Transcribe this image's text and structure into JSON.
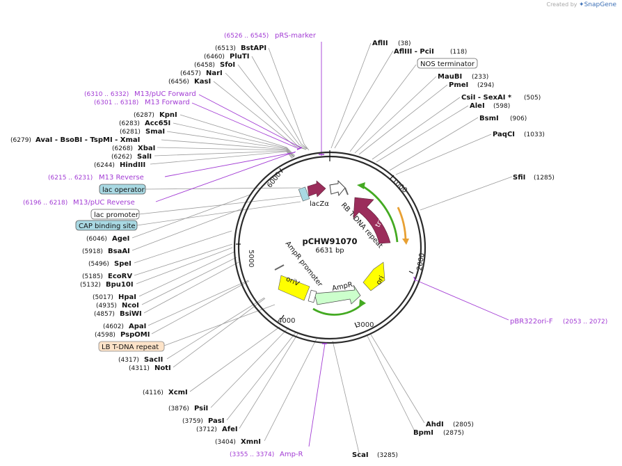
{
  "credit": {
    "prefix": "Created by",
    "brand": "SnapGene"
  },
  "plasmid": {
    "name": "pCHW91070",
    "size_label": "6631 bp",
    "length": 6631
  },
  "ticks": [
    "1000",
    "2000",
    "3000",
    "4000",
    "5000",
    "6000"
  ],
  "enzymes": [
    {
      "text": "BstAPI",
      "pos": "(6513)"
    },
    {
      "text": "PluTI",
      "pos": "(6460)"
    },
    {
      "text": "SfoI",
      "pos": "(6458)"
    },
    {
      "text": "NarI",
      "pos": "(6457)"
    },
    {
      "text": "KasI",
      "pos": "(6456)"
    },
    {
      "text": "KpnI",
      "pos": "(6287)"
    },
    {
      "text": "Acc65I",
      "pos": "(6283)"
    },
    {
      "text": "SmaI",
      "pos": "(6281)"
    },
    {
      "text": "AvaI - BsoBI - TspMI - XmaI",
      "pos": "(6279)"
    },
    {
      "text": "XbaI",
      "pos": "(6268)"
    },
    {
      "text": "SalI",
      "pos": "(6262)"
    },
    {
      "text": "HindIII",
      "pos": "(6244)"
    },
    {
      "text": "AgeI",
      "pos": "(6046)"
    },
    {
      "text": "BsaAI",
      "pos": "(5918)"
    },
    {
      "text": "SpeI",
      "pos": "(5496)"
    },
    {
      "text": "EcoRV",
      "pos": "(5185)"
    },
    {
      "text": "Bpu10I",
      "pos": "(5132)"
    },
    {
      "text": "HpaI",
      "pos": "(5017)"
    },
    {
      "text": "NcoI",
      "pos": "(4935)"
    },
    {
      "text": "BsiWI",
      "pos": "(4857)"
    },
    {
      "text": "ApaI",
      "pos": "(4602)"
    },
    {
      "text": "PspOMI",
      "pos": "(4598)"
    },
    {
      "text": "SacII",
      "pos": "(4317)"
    },
    {
      "text": "NotI",
      "pos": "(4311)"
    },
    {
      "text": "XcmI",
      "pos": "(4116)"
    },
    {
      "text": "PsiI",
      "pos": "(3876)"
    },
    {
      "text": "PasI",
      "pos": "(3759)"
    },
    {
      "text": "AfeI",
      "pos": "(3712)"
    },
    {
      "text": "XmnI",
      "pos": "(3404)"
    },
    {
      "text": "ScaI",
      "pos": "(3285)"
    },
    {
      "text": "AhdI",
      "pos": "(2805)"
    },
    {
      "text": "BpmI",
      "pos": "(2875)"
    },
    {
      "text": "AflII",
      "pos": "(38)"
    },
    {
      "text": "AflIII - PciI",
      "pos": "(118)"
    },
    {
      "text": "MauBI",
      "pos": "(233)"
    },
    {
      "text": "PmeI",
      "pos": "(294)"
    },
    {
      "text": "CsiI - SexAI *",
      "pos": "(505)"
    },
    {
      "text": "AleI",
      "pos": "(598)"
    },
    {
      "text": "BsmI",
      "pos": "(906)"
    },
    {
      "text": "PaqCI",
      "pos": "(1033)"
    },
    {
      "text": "SfiI",
      "pos": "(1285)"
    }
  ],
  "primers": [
    {
      "text": "pRS-marker",
      "range": "(6526 .. 6545)"
    },
    {
      "text": "M13/pUC Forward",
      "range": "(6310 .. 6332)"
    },
    {
      "text": "M13 Forward",
      "range": "(6301 .. 6318)"
    },
    {
      "text": "M13 Reverse",
      "range": "(6215 .. 6231)"
    },
    {
      "text": "M13/pUC Reverse",
      "range": "(6196 .. 6218)"
    },
    {
      "text": "pBR322ori-F",
      "range": "(2053 .. 2072)"
    },
    {
      "text": "Amp-R",
      "range": "(3355 .. 3374)"
    }
  ],
  "boxed_features": [
    "NOS terminator",
    "lac operator",
    "lac promoter",
    "CAP binding site",
    "LB T-DNA repeat"
  ],
  "features": [
    "lacZα",
    "RB T-DNA repeat",
    "traA",
    "ori",
    "AmpR",
    "AmpR promoter",
    "oriV"
  ],
  "colors": {
    "lacZ": "#9b2d5b",
    "traA": "#9b2d5b",
    "ori": "#ffff00",
    "oriV": "#ffff00",
    "AmpR": "#ccffcc",
    "primer": "#a23bd4",
    "operator_box": "#a9d9e3",
    "lb_box": "#fde3c8",
    "orf_green": "#44aa22",
    "orf_orange": "#e8a033"
  }
}
